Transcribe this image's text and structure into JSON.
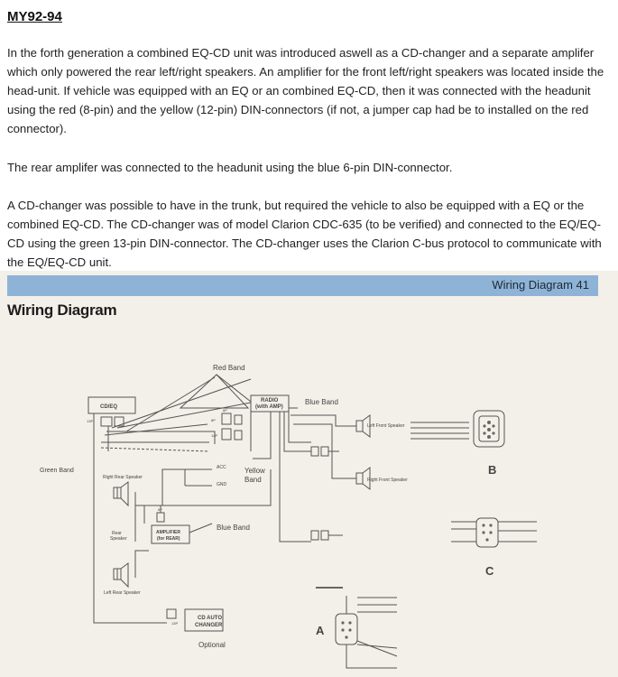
{
  "document": {
    "title": "MY92-94",
    "paragraphs": [
      "In the forth generation a combined EQ-CD unit was introduced aswell as a CD-changer and a separate amplifer which only powered the rear left/right speakers. An amplifier for the front left/right speakers was located inside the head-unit. If vehicle was equipped with an EQ or an combined EQ-CD, then it was connected with the headunit using the red (8-pin) and the yellow (12-pin) DIN-connectors (if not, a jumper cap had be to installed on the red connector).",
      "The rear amplifer was connected to the headunit using the blue 6-pin DIN-connector.",
      "A CD-changer was possible to have in the trunk, but required the vehicle to also be equipped with a EQ or the combined EQ-CD. The CD-changer was of model Clarion CDC-635 (to be verified) and connected to the EQ/EQ-CD using the green 13-pin DIN-connector. The CD-changer uses the Clarion C-bus protocol to communicate with the EQ/EQ-CD unit."
    ]
  },
  "scan": {
    "band_text": "Wiring Diagram 41",
    "heading": "Wiring Diagram",
    "labels": {
      "red_band": "Red Band",
      "radio": "RADIO",
      "with_amp": "(with AMP)",
      "blue_band_top": "Blue Band",
      "cd_eq": "CD/EQ",
      "green_band": "Green Band",
      "right_rear_speaker": "Right Rear Speaker",
      "acc": "ACC",
      "gnd": "GND",
      "yellow": "Yellow",
      "band": "Band",
      "left_front_speaker": "Left Front Speaker",
      "right_front_speaker": "Right Front Speaker",
      "letter_b": "B",
      "rear_speaker_1": "Rear",
      "rear_speaker_2": "Speaker",
      "amplifier_1": "AMPLIFIER",
      "amplifier_2": "(for REAR)",
      "blue_band_bottom": "Blue Band",
      "left_rear_speaker": "Left Rear Speaker",
      "letter_c": "C",
      "cd_auto_1": "CD AUTO",
      "cd_auto_2": "CHANGER",
      "optional": "Optional",
      "letter_a": "A",
      "pin_13": "13P",
      "pin_6": "6P",
      "pin_8": "8P",
      "pin_12": "12P",
      "pin_c13": "13P",
      "pin_amp": "6P"
    }
  }
}
